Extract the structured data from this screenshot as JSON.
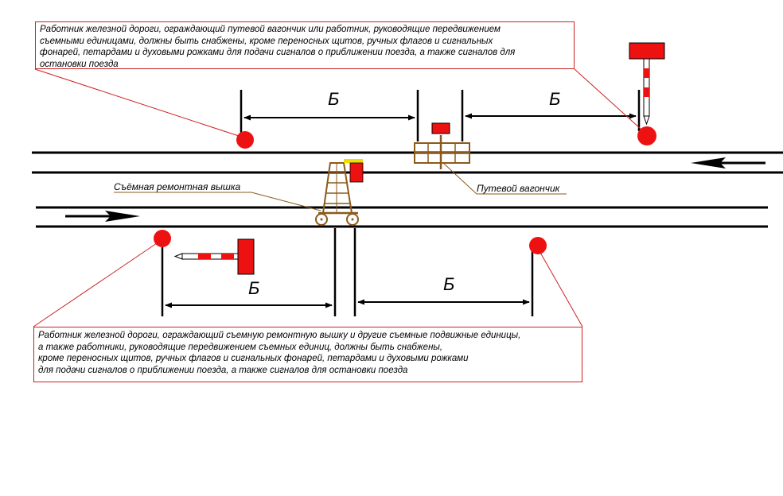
{
  "notes": {
    "top": [
      "Работник железной дороги, ограждающий путевой вагончик или работник, руководящие передвижением",
      "съемными единицами, должны быть снабжены, кроме переносных щитов, ручных флагов и сигнальных",
      "фонарей, петардами и духовыми рожками для подачи сигналов о приближении поезда, а также сигналов для",
      "остановки поезда"
    ],
    "bottom": [
      "Работник железной дороги, ограждающий съемную ремонтную вышку и другие съемные подвижные единицы,",
      "а также работники, руководящие передвижением съемных единиц, должны быть снабжены,",
      "кроме переносных щитов, ручных флагов и сигнальных фонарей, петардами и духовыми рожками",
      "для подачи сигналов о приближении поезда, а также сигналов для остановки поезда"
    ]
  },
  "labels": {
    "tower": "Съёмная ремонтная вышка",
    "trolley": "Путевой вагончик"
  },
  "dimensions": [
    "Б",
    "Б",
    "Б",
    "Б"
  ],
  "colors": {
    "signal_red": "#ee1111",
    "note_border": "#cc2222",
    "wood_brown": "#8b5a1b",
    "rail": "#000000"
  }
}
